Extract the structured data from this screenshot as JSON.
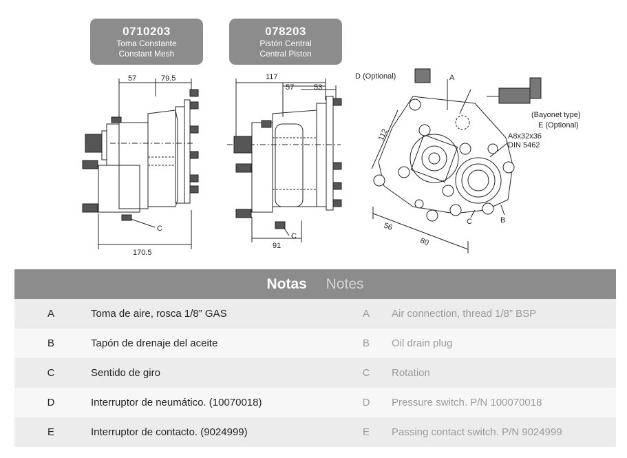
{
  "badges": [
    {
      "code": "0710203",
      "line1": "Toma Constante",
      "line2": "Constant Mesh"
    },
    {
      "code": "078203",
      "line1": "Pistón Central",
      "line2": "Central Piston"
    }
  ],
  "drawing_labels": {
    "left": {
      "dim_top_1": "57",
      "dim_top_2": "79.5",
      "dim_bottom": "170.5",
      "callout_c": "C"
    },
    "middle": {
      "dim_top_1": "117",
      "dim_top_2": "57",
      "dim_top_3": "53",
      "dim_bottom": "91",
      "callout_c": "C"
    },
    "right": {
      "callout_d": "D (Optional)",
      "callout_a": "A",
      "bayonet": "(Bayonet type)",
      "callout_e": "E (Optional)",
      "spline1": "A8x32x36",
      "spline2": "DIN 5462",
      "dim_112": "112",
      "dim_56": "56",
      "dim_80": "80",
      "callout_c": "C",
      "callout_b": "B"
    }
  },
  "notes": {
    "title_es": "Notas",
    "title_en": "Notes",
    "rows": [
      {
        "key": "A",
        "es": "Toma de aire, rosca 1/8” GAS",
        "en": "Air connection, thread 1/8” BSP"
      },
      {
        "key": "B",
        "es": "Tapón de drenaje del aceite",
        "en": "Oil drain plug"
      },
      {
        "key": "C",
        "es": "Sentido de giro",
        "en": "Rotation"
      },
      {
        "key": "D",
        "es": "Interruptor de neumático. (10070018)",
        "en": "Pressure switch. P/N 100070018"
      },
      {
        "key": "E",
        "es": "Interruptor de contacto. (9024999)",
        "en": "Passing contact switch. P/N 9024999"
      }
    ]
  }
}
